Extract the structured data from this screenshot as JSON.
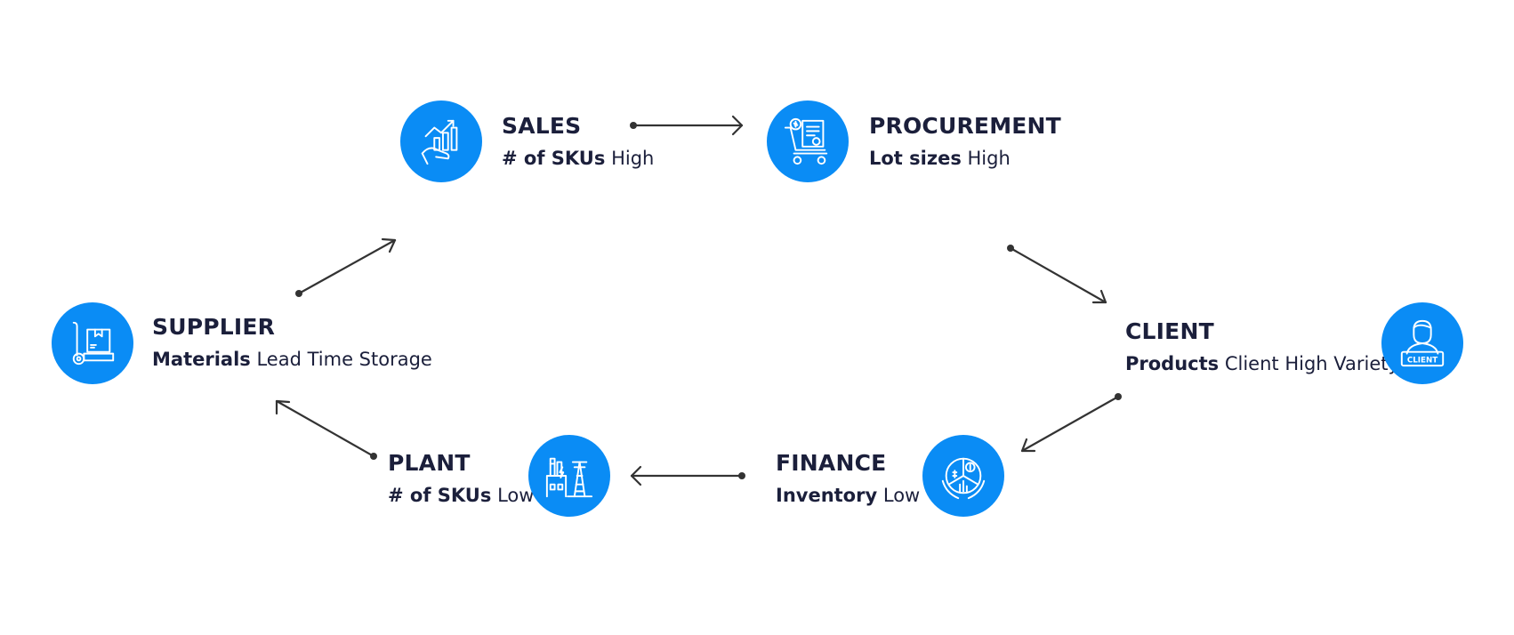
{
  "diagram": {
    "accent_color": "#0a8cf5",
    "text_color": "#1b1f3b",
    "arrow_color": "#333333",
    "nodes": {
      "sales": {
        "title": "SALES",
        "key": "# of SKUs",
        "value": "High",
        "icon": "hand-growth-chart-icon"
      },
      "procurement": {
        "title": "PROCUREMENT",
        "key": "Lot sizes",
        "value": "High",
        "icon": "cart-invoice-icon"
      },
      "client": {
        "title": "CLIENT",
        "key": "Products",
        "value": "Client High Variety",
        "icon": "client-person-icon",
        "icon_text": "CLIENT"
      },
      "finance": {
        "title": "FINANCE",
        "key": "Inventory",
        "value": "Low",
        "icon": "pie-chart-dollar-icon"
      },
      "plant": {
        "title": "PLANT",
        "key": "# of SKUs",
        "value": "Low",
        "icon": "factory-tower-icon"
      },
      "supplier": {
        "title": "SUPPLIER",
        "key": "Materials",
        "value": "Lead Time Storage",
        "icon": "hand-truck-box-icon"
      }
    },
    "flow": [
      {
        "from": "sales",
        "to": "procurement"
      },
      {
        "from": "procurement",
        "to": "client"
      },
      {
        "from": "client",
        "to": "finance"
      },
      {
        "from": "finance",
        "to": "plant"
      },
      {
        "from": "plant",
        "to": "supplier"
      },
      {
        "from": "supplier",
        "to": "sales"
      }
    ]
  }
}
